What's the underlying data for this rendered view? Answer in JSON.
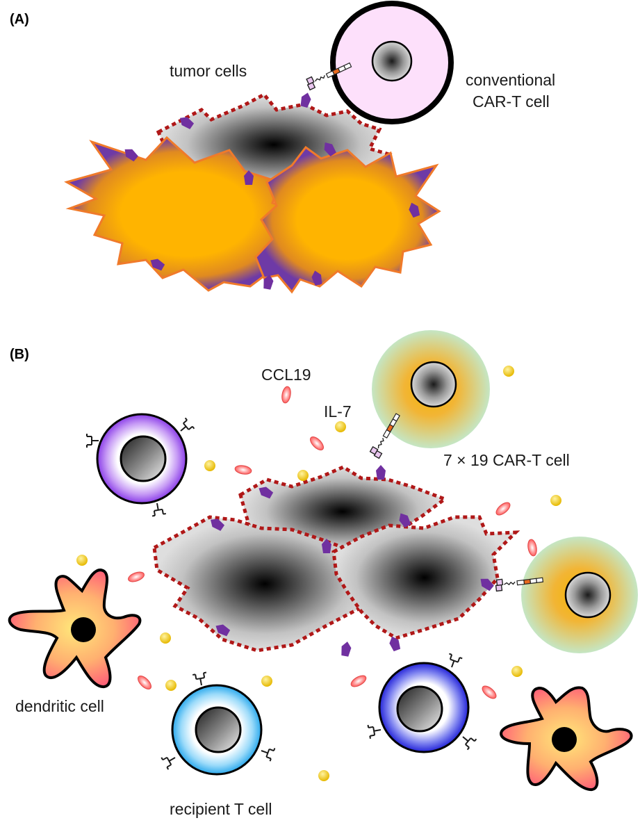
{
  "panels": [
    {
      "label": "(A)",
      "captions": {
        "tumor": "tumor cells",
        "car_t_line1": "conventional",
        "car_t_line2": "CAR-T cell"
      }
    },
    {
      "label": "(B)",
      "captions": {
        "ccl19": "CCL19",
        "il7": "IL-7",
        "car_t": "7 × 19 CAR-T cell",
        "dendritic": "dendritic cell",
        "recipient": "recipient T cell"
      }
    }
  ],
  "colors": {
    "tumor_orange": "#ffb400",
    "tumor_purple_edge": "#7a3ea8",
    "tumor_outline": "#f07a2a",
    "dead_outline": "#b01818",
    "antigen": "#7030a0",
    "conventional_car_t": "#fde0fb",
    "il7": "#f2cc12",
    "ccl19": "#ff7070",
    "recipient_t_purple": "#9a45ee",
    "recipient_t_blue": "#38b4f0",
    "recipient_t_darkblue": "#2b2ee0",
    "dendritic": "#ff6f7e"
  }
}
